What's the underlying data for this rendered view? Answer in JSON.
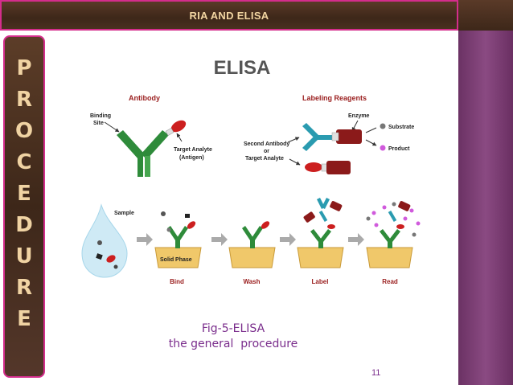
{
  "header": {
    "title": "RIA AND ELISA"
  },
  "sidebar": {
    "letters": [
      "P",
      "R",
      "O",
      "C",
      "E",
      "D",
      "U",
      "R",
      "E"
    ]
  },
  "diagram": {
    "title": "ELISA",
    "antibody_label": "Antibody",
    "binding_site_label": "Binding\nSite",
    "target_analyte_label": "Target Analyte",
    "antigen_label": "(Antigen)",
    "labeling_reagents_label": "Labeling Reagents",
    "enzyme_label": "Enzyme",
    "substrate_label": "Substrate",
    "product_label": "Product",
    "second_antibody_label": "Second Antibody",
    "or_label": "or",
    "target_analyte_label2": "Target Analyte",
    "sample_label": "Sample",
    "solid_phase_label": "Solid Phase",
    "steps": [
      "Bind",
      "Wash",
      "Label",
      "Read"
    ]
  },
  "caption": {
    "line1": "Fig-5-ELISA",
    "line2": "the general  procedure"
  },
  "page_number": "11",
  "colors": {
    "accent": "#d42d8c",
    "header_bg": "#3d2719",
    "caption": "#7a2d8c",
    "antibody": "#2e8b3a",
    "antigen": "#cc1f1f",
    "enzyme": "#8b1a1a",
    "second_antibody": "#2a9bb0"
  }
}
